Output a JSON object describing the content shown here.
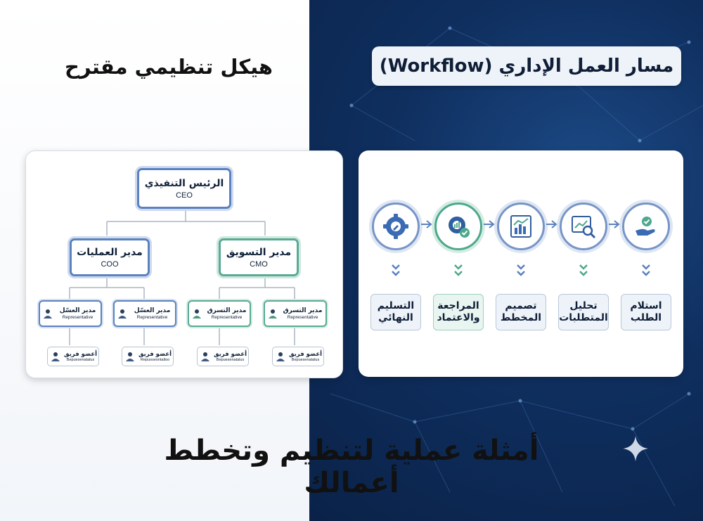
{
  "left": {
    "heading": "هيكل تنظيمي مقترح",
    "org": {
      "ceo": {
        "title": "الرئيس التنفيذي",
        "sub": "CEO"
      },
      "coo": {
        "title": "مدير العمليات",
        "sub": "COO"
      },
      "cmo": {
        "title": "مدير التسويق",
        "sub": "CMO"
      },
      "managers": [
        {
          "title": "مدير العسّل",
          "sub": "Representative",
          "color": "blue"
        },
        {
          "title": "مدير العسّل",
          "sub": "Representative",
          "color": "blue"
        },
        {
          "title": "مدير التسرق",
          "sub": "Representative",
          "color": "green"
        },
        {
          "title": "مدير التسرق",
          "sub": "Representative",
          "color": "green"
        }
      ],
      "members": [
        {
          "title": "أعضو فريق",
          "sub": "Bepuesenatalus"
        },
        {
          "title": "أعضو فريق",
          "sub": "Repuoseontalioo"
        },
        {
          "title": "أعضو فريق",
          "sub": "Bepuesenatalus"
        },
        {
          "title": "أعضو فريق",
          "sub": "Bepuesenatalus"
        }
      ]
    }
  },
  "right": {
    "heading": "مسار العمل الإداري (Workflow)",
    "steps": [
      {
        "label": "استلام الطلب",
        "icon": "hand-check-icon",
        "color": "blue"
      },
      {
        "label": "تحليل المتطلبات",
        "icon": "chart-magnifier-icon",
        "color": "blue"
      },
      {
        "label": "تصميم المخطط",
        "icon": "blueprint-chart-icon",
        "color": "blue"
      },
      {
        "label": "المراجعة والاعتماد",
        "icon": "gear-check-icon",
        "color": "green"
      },
      {
        "label": "التسليم النهائي",
        "icon": "gear-wrench-icon",
        "color": "blue"
      }
    ]
  },
  "footer": {
    "title": "أمثلة عملية لتنظيم وتخطط أعمالك"
  },
  "colors": {
    "navy": "#0f2f5f",
    "blue_accent": "#5a82bf",
    "green_accent": "#5aaa93",
    "text_dark": "#10223a"
  }
}
